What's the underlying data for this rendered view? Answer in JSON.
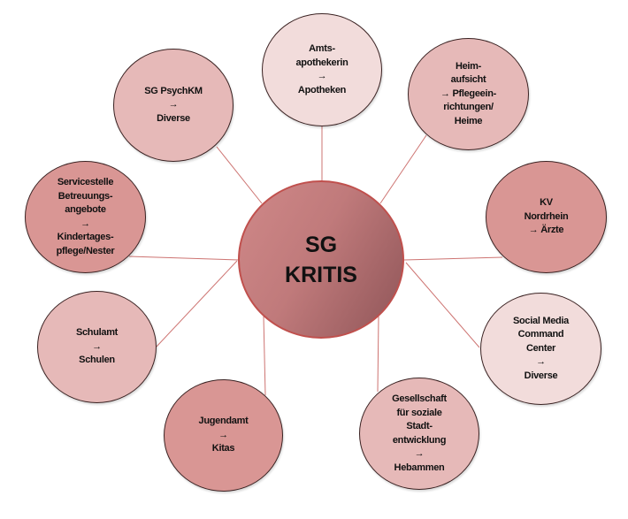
{
  "diagram": {
    "center": {
      "lines": [
        "SG",
        "KRITIS"
      ],
      "color": "#c07a7b"
    },
    "nodes": [
      {
        "id": "amts",
        "lines": [
          "Amts-",
          "apothekerin",
          "→",
          "Apotheken"
        ],
        "color": "#f2dcdb"
      },
      {
        "id": "psychkm",
        "lines": [
          "SG PsychKM",
          "→",
          "Diverse"
        ],
        "color": "#e6b9b8"
      },
      {
        "id": "heim",
        "lines": [
          "Heim-",
          "aufsicht",
          "→ Pflegeein-",
          "richtungen/",
          "Heime"
        ],
        "color": "#e6b9b8"
      },
      {
        "id": "servicestelle",
        "lines": [
          "Servicestelle",
          "Betreuungs-",
          "angebote",
          "→",
          "Kindertages-",
          "pflege/Nester"
        ],
        "color": "#d99694"
      },
      {
        "id": "kv",
        "lines": [
          "KV",
          "Nordrhein",
          "→ Ärzte"
        ],
        "color": "#d99694"
      },
      {
        "id": "schulamt",
        "lines": [
          "Schulamt",
          "→",
          "Schulen"
        ],
        "color": "#e6b9b8"
      },
      {
        "id": "social",
        "lines": [
          "Social Media",
          "Command",
          "Center",
          "→",
          "Diverse"
        ],
        "color": "#f2dcdb"
      },
      {
        "id": "jugendamt",
        "lines": [
          "Jugendamt",
          "→",
          "Kitas"
        ],
        "color": "#d99694"
      },
      {
        "id": "gesellschaft",
        "lines": [
          "Gesellschaft",
          "für soziale",
          "Stadt-",
          "entwicklung",
          "→",
          "Hebammen"
        ],
        "color": "#e6b9b8"
      }
    ]
  }
}
